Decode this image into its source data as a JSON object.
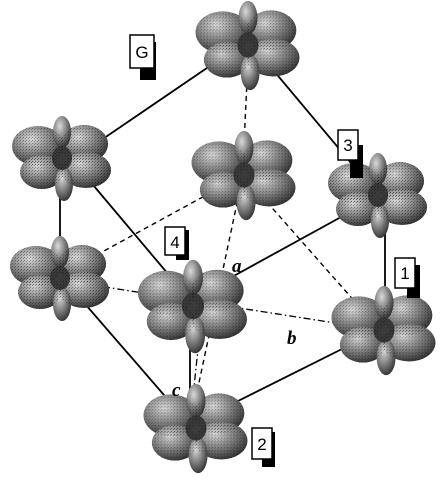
{
  "orbitals": [
    {
      "id": "top-back"
    },
    {
      "id": "left-upper"
    },
    {
      "id": "center-back"
    },
    {
      "id": "right-upper"
    },
    {
      "id": "left-lower"
    },
    {
      "id": "center-front"
    },
    {
      "id": "right-lower"
    },
    {
      "id": "bottom-front"
    }
  ],
  "labels": {
    "G": "G",
    "three": "3",
    "four": "4",
    "one": "1",
    "two": "2"
  },
  "axes": {
    "a": "a",
    "b": "b",
    "c": "c"
  },
  "colors": {
    "lobe_fill": "#5a5a5a",
    "lobe_highlight": "#c8c8c8",
    "lines": "#000000",
    "background": "#ffffff"
  }
}
